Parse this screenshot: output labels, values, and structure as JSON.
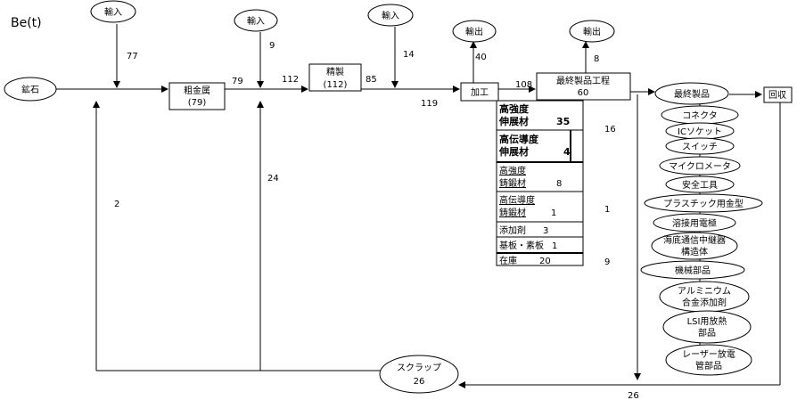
{
  "title": "Be(t)",
  "nodes": {
    "ore": "鉱石",
    "crude_metal": "粗金属",
    "crude_metal_qty": "(79)",
    "refining": "精製",
    "refining_qty": "(112)",
    "processing": "加工",
    "final_process": "最終製品工程",
    "final_process_qty": "60",
    "final_products": "最終製品",
    "recovery": "回収",
    "scrap": "スクラップ",
    "scrap_qty": "26"
  },
  "imports": [
    {
      "label": "輸入",
      "value": "77"
    },
    {
      "label": "輸入",
      "value": "9"
    },
    {
      "label": "輸入",
      "value": "14"
    }
  ],
  "exports": [
    {
      "label": "輸出",
      "value": "40"
    },
    {
      "label": "輸出",
      "value": "8"
    }
  ],
  "flows": {
    "ore_to_crude": "79",
    "crude_to_refining": "112",
    "refining_out": "85",
    "to_processing": "119",
    "processing_to_final": "108",
    "scrap_to_ore_line": "2",
    "scrap_to_crude_line": "24",
    "recovery_to_scrap": "26"
  },
  "materials": [
    {
      "name": "高強度",
      "name2": "伸展材",
      "value": "35",
      "bold": true
    },
    {
      "name": "高伝導度",
      "name2": "伸展材",
      "value": "4",
      "bold": true
    },
    {
      "name": "高強度",
      "name2": "鋳鍛材",
      "value": "8",
      "bold": false
    },
    {
      "name": "高伝導度",
      "name2": "鋳鍛材",
      "value": "1",
      "bold": false
    },
    {
      "name": "添加剤",
      "name2": "",
      "value": "3",
      "bold": false
    },
    {
      "name": "基板・素板",
      "name2": "",
      "value": "1",
      "bold": false
    },
    {
      "name": "在庫",
      "name2": "",
      "value": "20",
      "bold": false
    }
  ],
  "side_values": [
    "16",
    "1",
    "9"
  ],
  "products": [
    "コネクタ",
    "ICソケット",
    "スイッチ",
    "マイクロメータ",
    "安全工具",
    "プラスチック用金型",
    "溶接用電極",
    "海底通信中継器",
    "構造体",
    "機械部品",
    "アルミニウム",
    "合金添加剤",
    "LSI用放熱",
    "部品",
    "レーザー放電",
    "管部品"
  ]
}
